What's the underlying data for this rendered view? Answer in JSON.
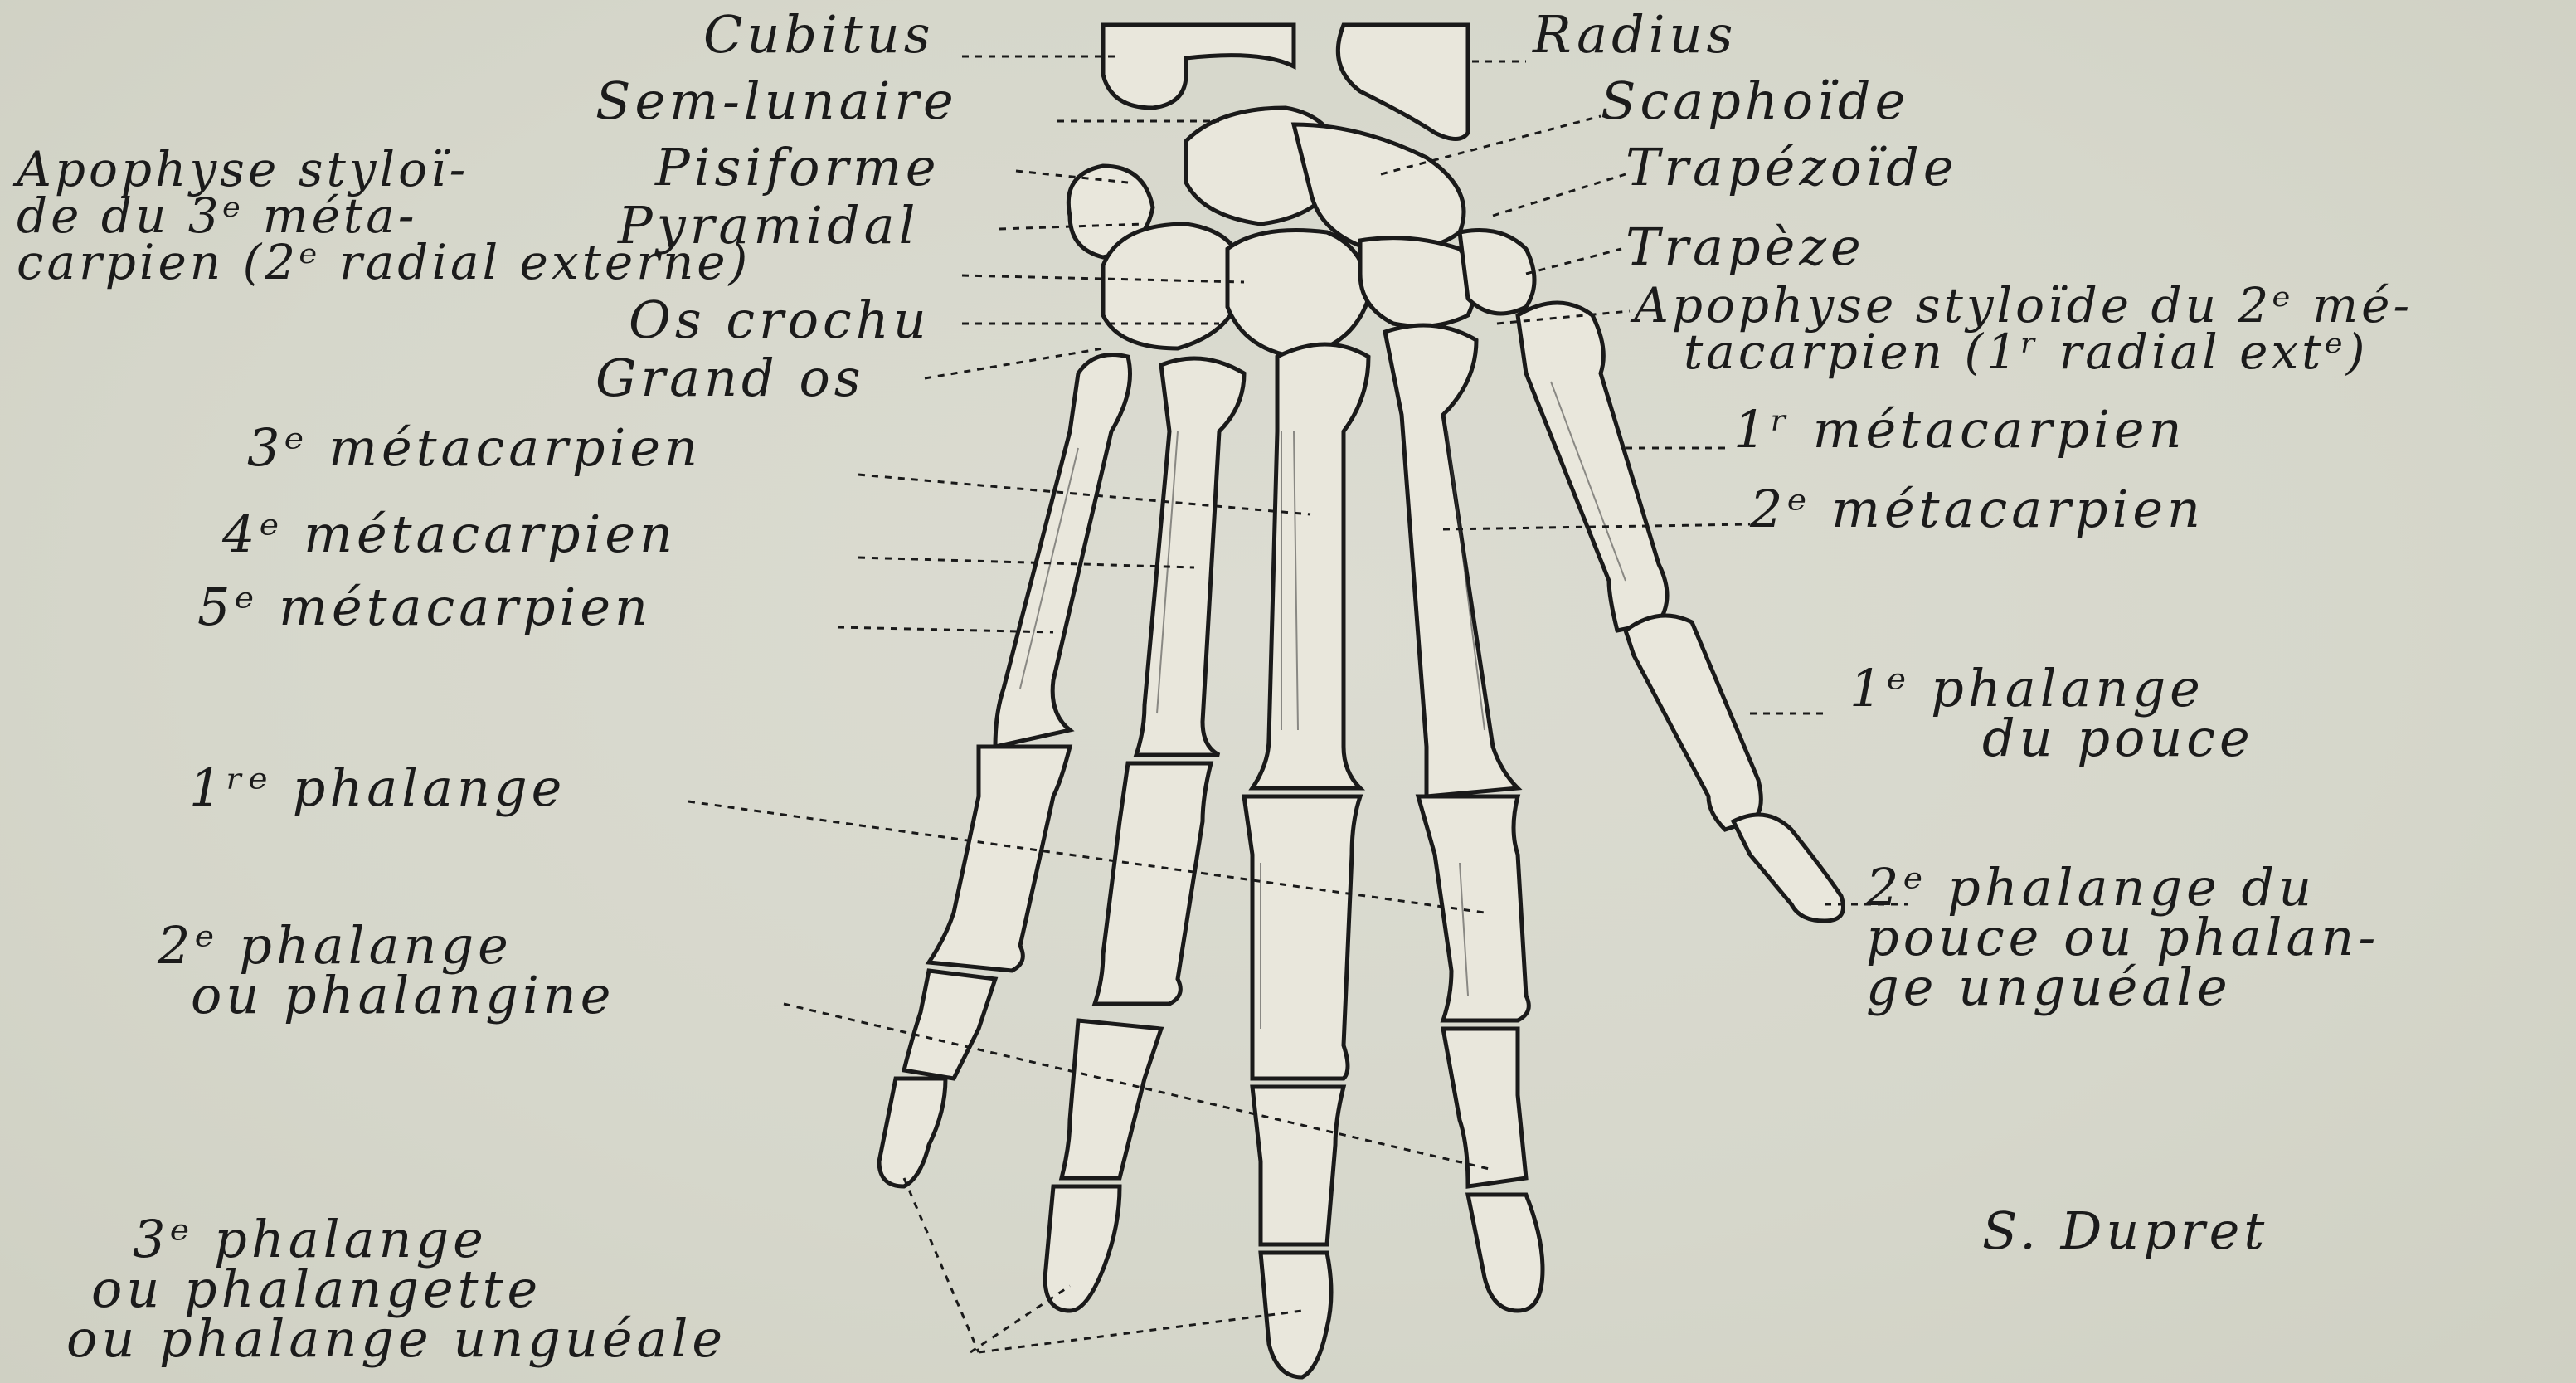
{
  "labels": {
    "cubitus": "Cubitus",
    "radius": "Radius",
    "semilunaire": "Sem-lunaire",
    "scaphoide": "Scaphoïde",
    "apophyse3_l1": "Apophyse styloï-",
    "apophyse3_l2": "de du 3ᵉ méta-",
    "apophyse3_l3": "carpien (2ᵉ radial externe)",
    "pisiforme": "Pisiforme",
    "trapezoide": "Trapézoïde",
    "pyramidal": "Pyramidal",
    "trapeze": "Trapèze",
    "os_crochu": "Os crochu",
    "apophyse2_l1": "Apophyse styloïde du 2ᵉ mé-",
    "apophyse2_l2": "tacarpien (1ʳ radial extᵉ)",
    "grand_os": "Grand os",
    "meta3": "3ᵉ métacarpien",
    "meta1": "1ʳ métacarpien",
    "meta4": "4ᵉ métacarpien",
    "meta2": "2ᵉ métacarpien",
    "meta5": "5ᵉ métacarpien",
    "phal1_pouce_l1": "1ᵉ phalange",
    "phal1_pouce_l2": "du pouce",
    "phal1": "1ʳᵉ phalange",
    "phal2_pouce_l1": "2ᵉ phalange du",
    "phal2_pouce_l2": "pouce ou phalan-",
    "phal2_pouce_l3": "ge unguéale",
    "phal2_l1": "2ᵉ phalange",
    "phal2_l2": "ou phalangine",
    "phal3_l1": "3ᵉ phalange",
    "phal3_l2": "ou phalangette",
    "phal3_l3": "ou phalange unguéale",
    "signature": "S. Dupret"
  }
}
